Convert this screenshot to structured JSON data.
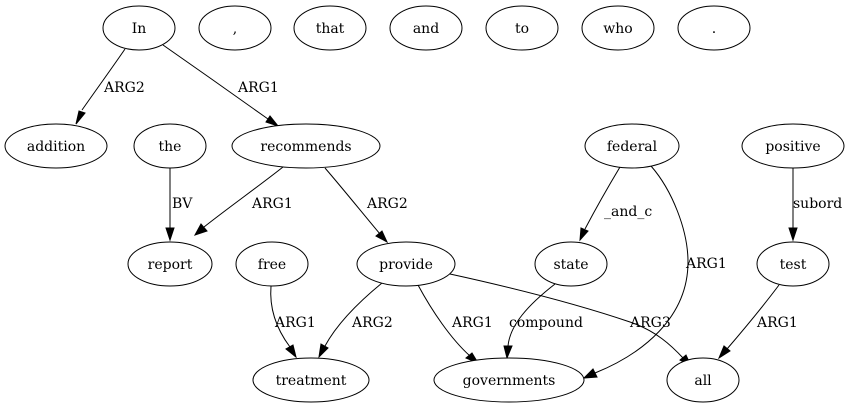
{
  "nodes": [
    {
      "id": "in",
      "label": "In"
    },
    {
      "id": "comma",
      "label": ","
    },
    {
      "id": "that",
      "label": "that"
    },
    {
      "id": "and",
      "label": "and"
    },
    {
      "id": "to",
      "label": "to"
    },
    {
      "id": "who",
      "label": "who"
    },
    {
      "id": "period",
      "label": "."
    },
    {
      "id": "addition",
      "label": "addition"
    },
    {
      "id": "the",
      "label": "the"
    },
    {
      "id": "recommends",
      "label": "recommends"
    },
    {
      "id": "federal",
      "label": "federal"
    },
    {
      "id": "positive",
      "label": "positive"
    },
    {
      "id": "report",
      "label": "report"
    },
    {
      "id": "free",
      "label": "free"
    },
    {
      "id": "provide",
      "label": "provide"
    },
    {
      "id": "state",
      "label": "state"
    },
    {
      "id": "test",
      "label": "test"
    },
    {
      "id": "treatment",
      "label": "treatment"
    },
    {
      "id": "governments",
      "label": "governments"
    },
    {
      "id": "all",
      "label": "all"
    }
  ],
  "edges": [
    {
      "from": "in",
      "to": "addition",
      "label": "ARG2"
    },
    {
      "from": "in",
      "to": "recommends",
      "label": "ARG1"
    },
    {
      "from": "the",
      "to": "report",
      "label": "BV"
    },
    {
      "from": "recommends",
      "to": "report",
      "label": "ARG1"
    },
    {
      "from": "recommends",
      "to": "provide",
      "label": "ARG2"
    },
    {
      "from": "federal",
      "to": "state",
      "label": "_and_c"
    },
    {
      "from": "federal",
      "to": "governments",
      "label": "ARG1"
    },
    {
      "from": "positive",
      "to": "test",
      "label": "subord"
    },
    {
      "from": "free",
      "to": "treatment",
      "label": "ARG1"
    },
    {
      "from": "provide",
      "to": "treatment",
      "label": "ARG2"
    },
    {
      "from": "provide",
      "to": "governments",
      "label": "ARG1"
    },
    {
      "from": "provide",
      "to": "all",
      "label": "ARG3"
    },
    {
      "from": "state",
      "to": "governments",
      "label": "compound"
    },
    {
      "from": "test",
      "to": "all",
      "label": "ARG1"
    }
  ]
}
